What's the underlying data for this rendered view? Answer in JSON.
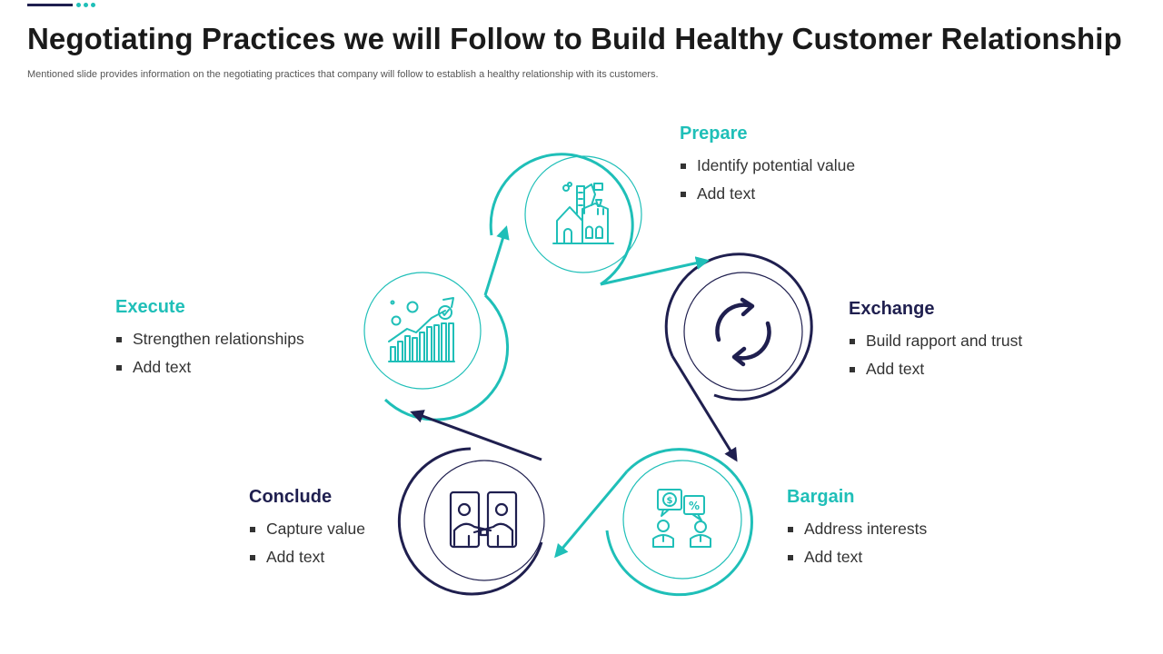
{
  "colors": {
    "teal": "#1fbfb8",
    "navy": "#1f1f4f",
    "text": "#333333"
  },
  "slide": {
    "title": "Negotiating Practices we will Follow to Build Healthy Customer Relationship",
    "subtitle": "Mentioned slide provides information on the negotiating practices that company will follow to establish a healthy relationship with its customers."
  },
  "stages": {
    "prepare": {
      "heading": "Prepare",
      "color": "teal",
      "icon": "factory-icon",
      "items": [
        "Identify potential value",
        "Add text"
      ]
    },
    "exchange": {
      "heading": "Exchange",
      "color": "navy",
      "icon": "refresh-cycle-icon",
      "items": [
        "Build rapport and trust",
        "Add text"
      ]
    },
    "bargain": {
      "heading": "Bargain",
      "color": "teal",
      "icon": "negotiation-icon",
      "items": [
        "Address interests",
        "Add text"
      ]
    },
    "conclude": {
      "heading": "Conclude",
      "color": "navy",
      "icon": "handshake-icon",
      "items": [
        "Capture value",
        "Add text"
      ]
    },
    "execute": {
      "heading": "Execute",
      "color": "teal",
      "icon": "growth-chart-icon",
      "items": [
        "Strengthen relationships",
        "Add text"
      ]
    }
  }
}
